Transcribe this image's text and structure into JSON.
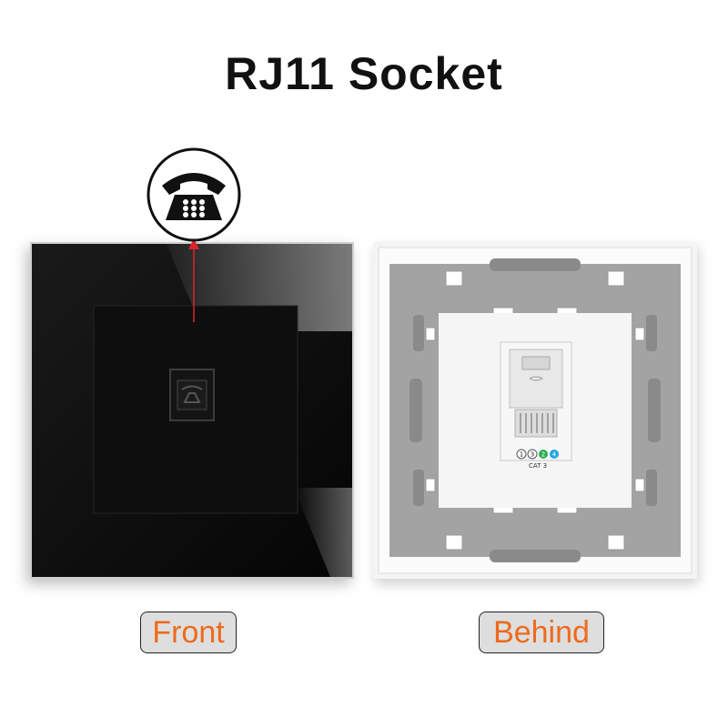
{
  "title": "RJ11 Socket",
  "labels": {
    "front": "Front",
    "behind": "Behind"
  },
  "module": {
    "pins": [
      "1",
      "3",
      "2",
      "4"
    ],
    "category": "CAT 3"
  },
  "icons": {
    "badge": "telephone-icon",
    "jack": "telephone-icon"
  },
  "colors": {
    "panel_black": "#0a0a0a",
    "frame_grey": "#a3a3a3",
    "label_text": "#ee6a1c",
    "label_bg": "#dedede",
    "arrow": "#d9252a",
    "pin_green": "#2fae52",
    "pin_blue": "#1ea7e1"
  }
}
